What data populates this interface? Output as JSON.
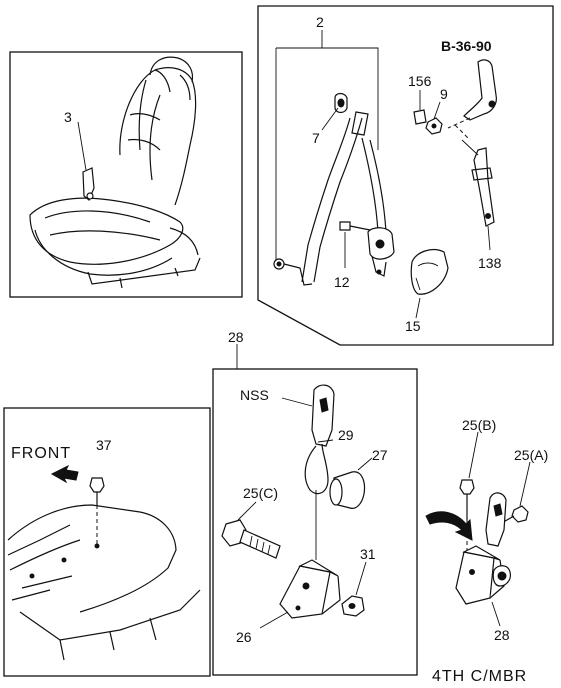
{
  "labels": {
    "p2": "2",
    "p3": "3",
    "p7": "7",
    "p9": "9",
    "p12": "12",
    "p15": "15",
    "p26": "26",
    "p27": "27",
    "p28a": "28",
    "p28b": "28",
    "p29": "29",
    "p31": "31",
    "p37": "37",
    "p138": "138",
    "p156": "156",
    "p25a": "25(A)",
    "p25b": "25(B)",
    "p25c": "25(C)",
    "nss": "NSS",
    "ref": "B-36-90",
    "front": "FRONT",
    "footer": "4TH C/MBR"
  }
}
